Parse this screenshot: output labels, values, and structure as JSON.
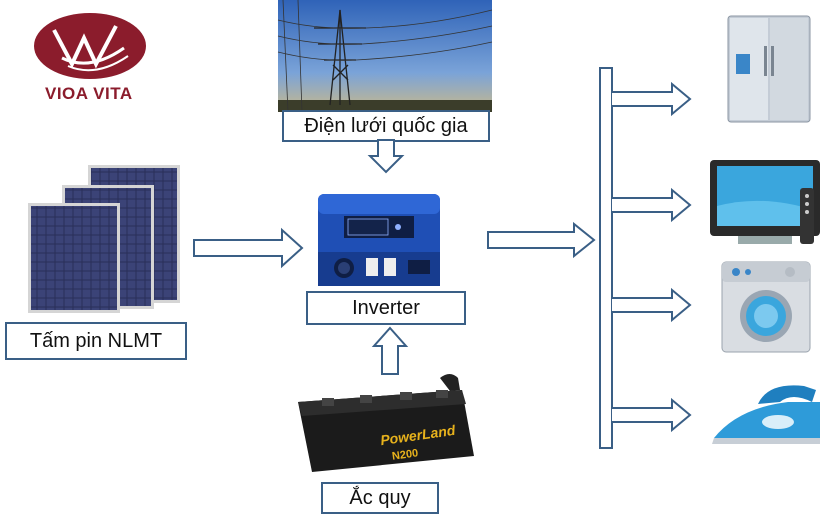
{
  "logo": {
    "text": "VIOA VITA",
    "color": "#8b1c2c"
  },
  "grid": {
    "label": "Điện lưới quốc gia"
  },
  "solar": {
    "label": "Tấm pin NLMT"
  },
  "inverter": {
    "label": "Inverter",
    "color": "#1f4fb5"
  },
  "battery": {
    "label": "Ắc quy",
    "brand": "PowerLand",
    "model": "N200"
  },
  "appliances": [
    {
      "name": "refrigerator-icon"
    },
    {
      "name": "television-icon"
    },
    {
      "name": "washing-machine-icon"
    },
    {
      "name": "iron-icon"
    }
  ],
  "arrow_color": "#3a5f86"
}
